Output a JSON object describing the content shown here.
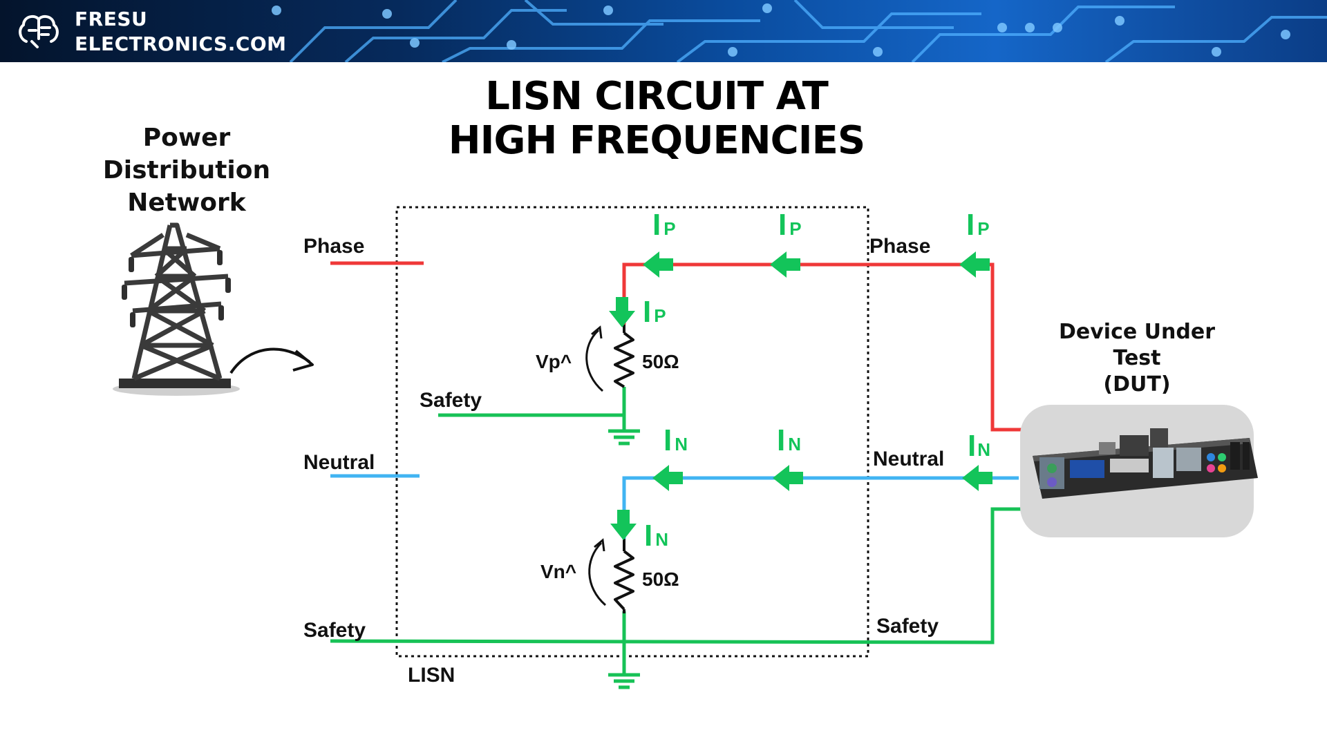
{
  "brand": {
    "line1": "FRESU",
    "line2": "ELECTRONICS.COM"
  },
  "title": {
    "line1": "LISN CIRCUIT AT",
    "line2": "HIGH FREQUENCIES"
  },
  "source": {
    "line1": "Power",
    "line2": "Distribution",
    "line3": "Network"
  },
  "dut": {
    "line1": "Device Under",
    "line2": "Test",
    "line3": "(DUT)"
  },
  "lisn_label": "LISN",
  "left_lines": {
    "phase": "Phase",
    "neutral": "Neutral",
    "safety": "Safety"
  },
  "right_lines": {
    "phase": "Phase",
    "neutral": "Neutral",
    "safety": "Safety"
  },
  "inner_safety": "Safety",
  "currents": {
    "phase": {
      "main": "I",
      "sub": "P"
    },
    "neutral": {
      "main": "I",
      "sub": "N"
    }
  },
  "voltages": {
    "phase": "Vp^",
    "neutral": "Vn^"
  },
  "resistors": {
    "phase": "50Ω",
    "neutral": "50Ω"
  },
  "colors": {
    "phase": "#ef3838",
    "neutral": "#41b4f2",
    "safety": "#17c256",
    "current_arrow": "#13c45a",
    "banner": "#0b4aa0"
  }
}
